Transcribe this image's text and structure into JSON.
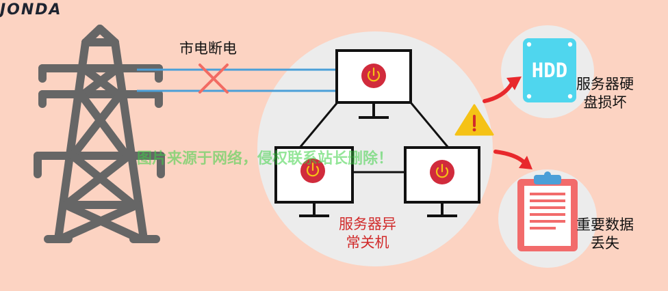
{
  "logo": {
    "text": "JONDA"
  },
  "power_line": {
    "label": "市电断电"
  },
  "server_group": {
    "label_line1": "服务器异",
    "label_line2": "常关机"
  },
  "hdd": {
    "icon_text": "HDD",
    "label_line1": "服务器硬",
    "label_line2": "盘损坏"
  },
  "data_loss": {
    "label_line1": "重要数据",
    "label_line2": "丢失"
  },
  "watermark": {
    "text": "图片来源于网络，侵权联系站长删除！"
  },
  "colors": {
    "background": "#fcd3c2",
    "tower": "#666666",
    "wire": "#4a9fd8",
    "cross": "#f26b63",
    "circle": "#ececec",
    "monitor_frame": "#111111",
    "power_button": "#d12b3c",
    "arrow": "#e8282c",
    "warning": "#f5c216",
    "hdd": "#4fd6ee",
    "clipboard": "#f26b6b"
  }
}
